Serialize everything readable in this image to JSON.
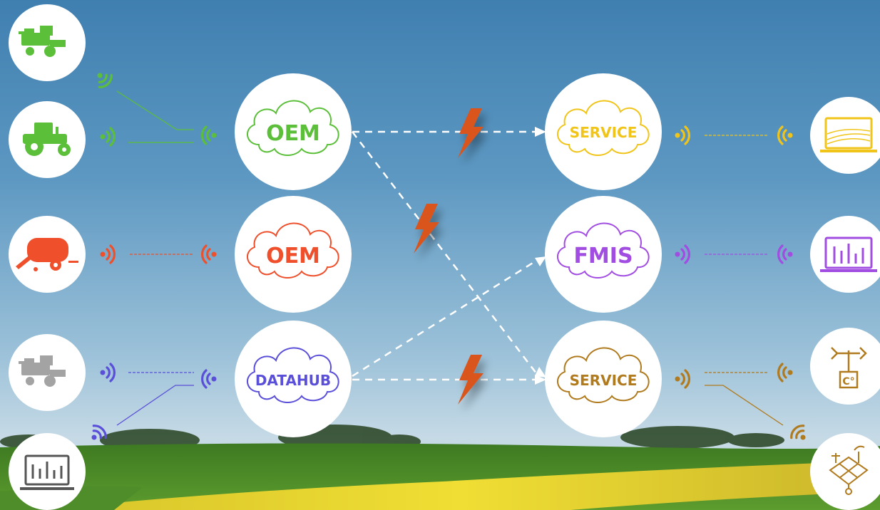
{
  "colors": {
    "green": "#5cbf3a",
    "red": "#ef4f2b",
    "purple_blue": "#5a4fd8",
    "gray": "#a3a3a3",
    "yellow": "#f0c419",
    "violet": "#a14de2",
    "bronze": "#b07a1e",
    "bolt": "#d9541e"
  },
  "clouds": {
    "oem_green": "OEM",
    "oem_red": "OEM",
    "datahub": "DATAHUB",
    "service_yellow": "SERVICE",
    "fmis": "FMIS",
    "service_bronze": "SERVICE"
  },
  "endpoints": {
    "left": [
      "combine-harvester-icon",
      "tractor-icon",
      "baler-icon",
      "combine-harvester-icon",
      "laptop-chart-icon"
    ],
    "right": [
      "laptop-field-icon",
      "laptop-chart-icon",
      "weather-station-icon",
      "crop-field-icon"
    ]
  }
}
